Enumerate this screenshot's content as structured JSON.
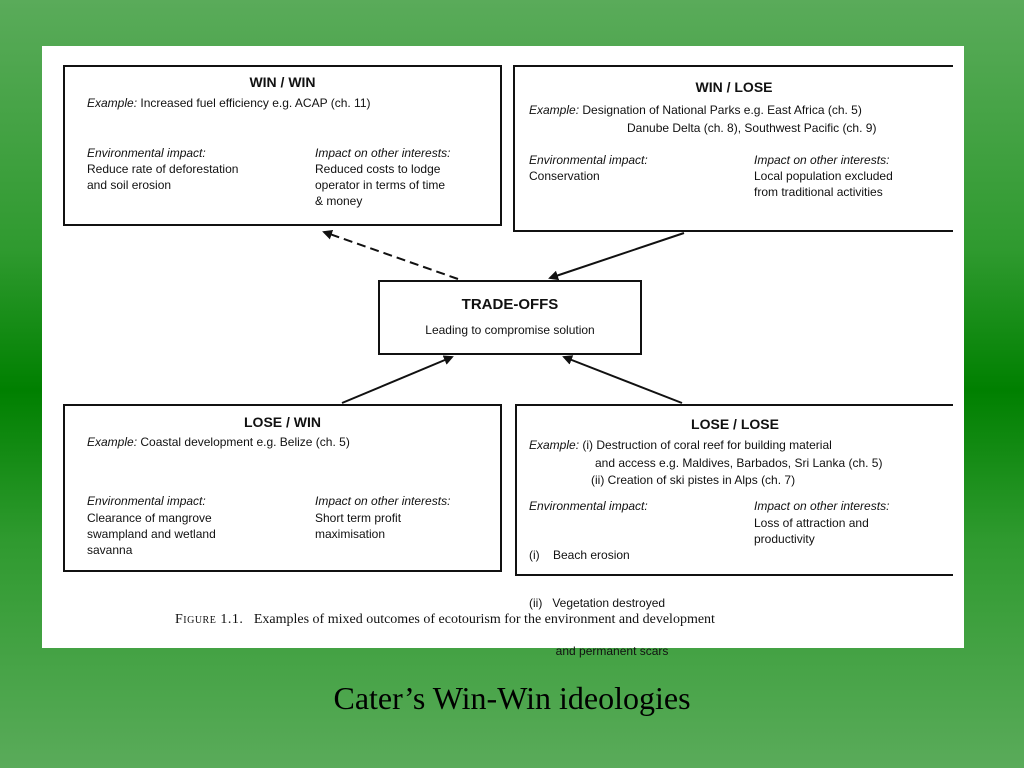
{
  "slide_title": "Cater’s Win-Win ideologies",
  "figure_caption": {
    "label": "Figure 1.1.",
    "text": "Examples of mixed outcomes of ecotourism for the environment and development"
  },
  "center_box": {
    "title": "TRADE-OFFS",
    "subtitle": "Leading to compromise solution"
  },
  "boxes": {
    "win_win": {
      "title": "WIN / WIN",
      "example_label": "Example:",
      "example_lines": [
        "Increased fuel efficiency  e.g.  ACAP (ch. 11)"
      ],
      "env_head": "Environmental impact:",
      "env_lines": [
        "Reduce rate of deforestation",
        "and soil erosion"
      ],
      "other_head": "Impact on other interests:",
      "other_lines": [
        "Reduced costs to lodge",
        "operator in terms of time",
        "& money"
      ]
    },
    "win_lose": {
      "title": "WIN / LOSE",
      "example_label": "Example:",
      "example_lines": [
        "Designation of National Parks  e.g. East Africa (ch. 5)",
        "Danube Delta (ch. 8), Southwest Pacific (ch. 9)"
      ],
      "env_head": "Environmental impact:",
      "env_lines": [
        "Conservation"
      ],
      "other_head": "Impact on other interests:",
      "other_lines": [
        "Local population excluded",
        "from traditional activities"
      ]
    },
    "lose_win": {
      "title": "LOSE / WIN",
      "example_label": "Example:",
      "example_lines": [
        "Coastal development  e.g. Belize (ch. 5)"
      ],
      "env_head": "Environmental impact:",
      "env_lines": [
        "Clearance of mangrove",
        "swampland and wetland",
        "savanna"
      ],
      "other_head": "Impact on other interests:",
      "other_lines": [
        "Short term profit",
        "maximisation"
      ]
    },
    "lose_lose": {
      "title": "LOSE / LOSE",
      "example_label": "Example:",
      "example_lines": [
        "(i)  Destruction of coral reef for building material",
        "and access  e.g. Maldives, Barbados, Sri Lanka (ch. 5)",
        "(ii) Creation of ski pistes in Alps (ch. 7)"
      ],
      "env_head": "Environmental impact:",
      "env_lines": [
        "(i)    Beach erosion",
        "(ii)   Vegetation destroyed",
        "        and permanent scars"
      ],
      "other_head": "Impact on other interests:",
      "other_lines": [
        "Loss of attraction and",
        "productivity"
      ]
    }
  }
}
